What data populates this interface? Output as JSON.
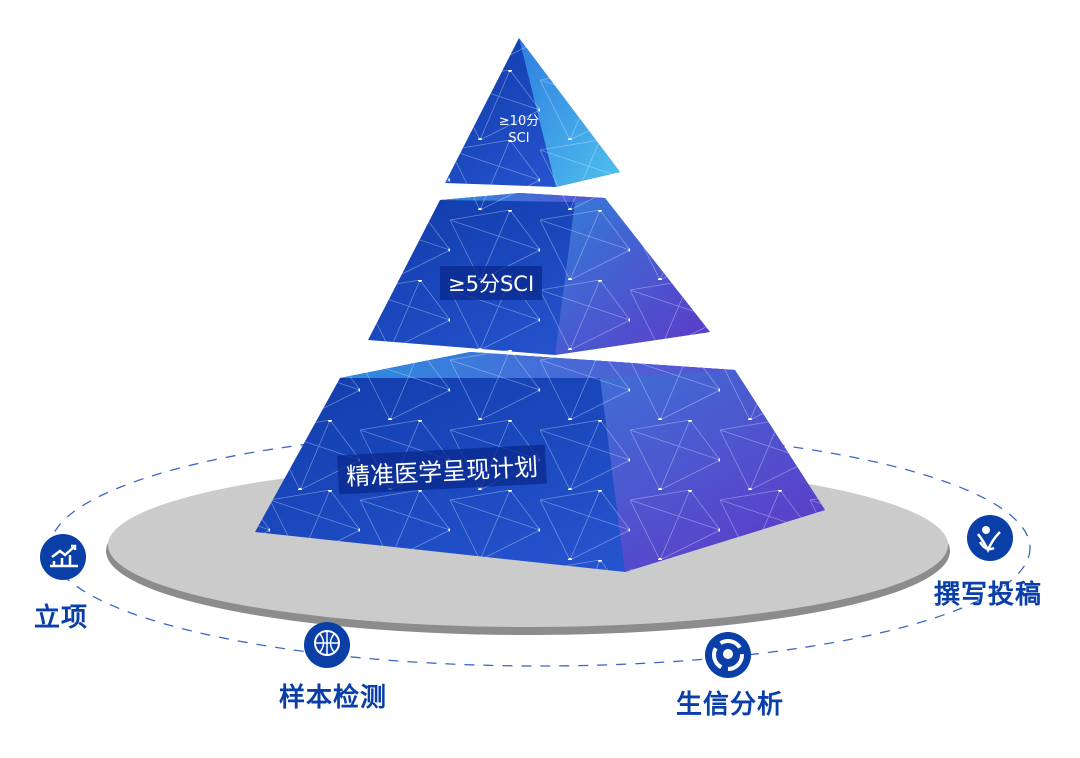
{
  "pyramid": {
    "tiers": [
      {
        "label_line1": "≥10分",
        "label_line2": "SCI"
      },
      {
        "label": "≥5分SCI"
      },
      {
        "label": "精准医学呈现计划"
      }
    ]
  },
  "steps": [
    {
      "label": "立项",
      "icon": "trend-chart-icon"
    },
    {
      "label": "样本检测",
      "icon": "globe-people-icon"
    },
    {
      "label": "生信分析",
      "icon": "cycle-icon"
    },
    {
      "label": "撰写投稿",
      "icon": "person-leaf-icon"
    }
  ],
  "colors": {
    "accent": "#0a3fa8",
    "disc": "#cbcbcb",
    "pyramid_blue": "#1a3fc0",
    "pyramid_purple": "#6a2fc0"
  }
}
